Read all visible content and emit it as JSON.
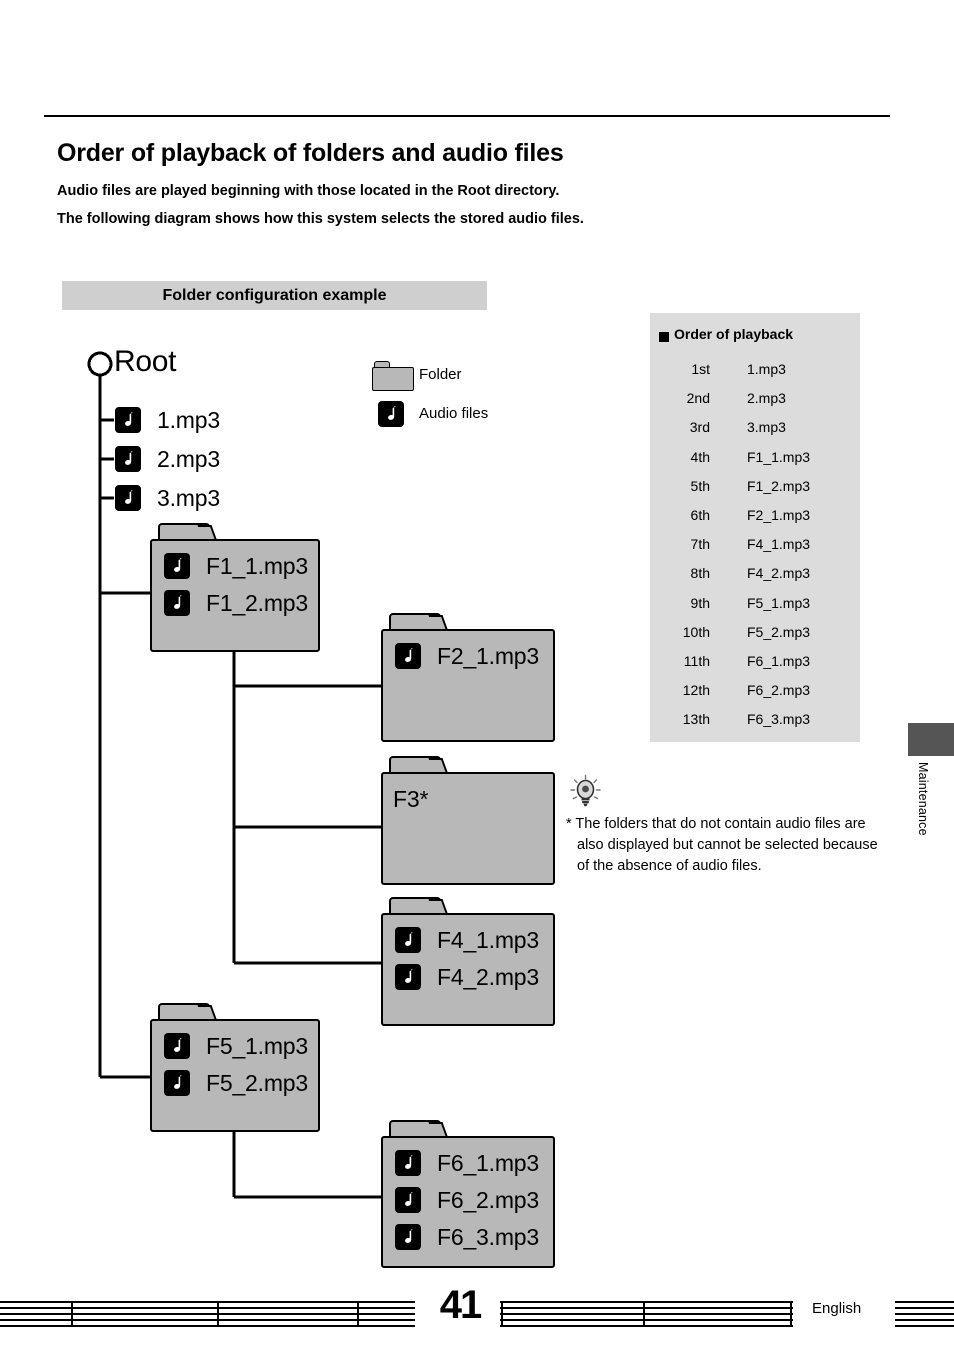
{
  "page": {
    "title": "Order of playback of folders and audio files",
    "intro_line_1": "Audio files are played beginning with those located in the Root directory.",
    "intro_line_2": "The following diagram shows how this system selects the stored audio files.",
    "banner_label": "Folder configuration example",
    "page_number": "41",
    "language": "English",
    "side_tab_label": "Maintenance"
  },
  "colors": {
    "folder_fill": "#b8b8b8",
    "banner_fill": "#cfcfcf",
    "order_box_fill": "#dcdcdc",
    "side_tab_fill": "#555555",
    "line": "#000000",
    "icon_fill": "#000000"
  },
  "legend": {
    "folder_icon_name": "folder-icon",
    "folder_label": "Folder",
    "audio_icon_name": "audio-file-icon",
    "audio_label": "Audio files"
  },
  "tree": {
    "root_label": "Root",
    "root_files": [
      "1.mp3",
      "2.mp3",
      "3.mp3"
    ],
    "folders": [
      {
        "id": "F1",
        "label": "",
        "files": [
          "F1_1.mp3",
          "F1_2.mp3"
        ]
      },
      {
        "id": "F2",
        "label": "",
        "files": [
          "F2_1.mp3"
        ]
      },
      {
        "id": "F3",
        "label": "F3*",
        "files": []
      },
      {
        "id": "F4",
        "label": "",
        "files": [
          "F4_1.mp3",
          "F4_2.mp3"
        ]
      },
      {
        "id": "F5",
        "label": "",
        "files": [
          "F5_1.mp3",
          "F5_2.mp3"
        ]
      },
      {
        "id": "F6",
        "label": "",
        "files": [
          "F6_1.mp3",
          "F6_2.mp3",
          "F6_3.mp3"
        ]
      }
    ]
  },
  "order_of_playback": {
    "title": "Order of playback",
    "rows": [
      {
        "rank": "1st",
        "file": "1.mp3"
      },
      {
        "rank": "2nd",
        "file": "2.mp3"
      },
      {
        "rank": "3rd",
        "file": "3.mp3"
      },
      {
        "rank": "4th",
        "file": "F1_1.mp3"
      },
      {
        "rank": "5th",
        "file": "F1_2.mp3"
      },
      {
        "rank": "6th",
        "file": "F2_1.mp3"
      },
      {
        "rank": "7th",
        "file": "F4_1.mp3"
      },
      {
        "rank": "8th",
        "file": "F4_2.mp3"
      },
      {
        "rank": "9th",
        "file": "F5_1.mp3"
      },
      {
        "rank": "10th",
        "file": "F5_2.mp3"
      },
      {
        "rank": "11th",
        "file": "F6_1.mp3"
      },
      {
        "rank": "12th",
        "file": "F6_2.mp3"
      },
      {
        "rank": "13th",
        "file": "F6_3.mp3"
      }
    ]
  },
  "footnote": {
    "icon_name": "lightbulb-icon",
    "line_1": "* The folders that do not contain audio files are",
    "line_2": "also displayed but cannot be selected because",
    "line_3": "of the absence of audio files."
  }
}
